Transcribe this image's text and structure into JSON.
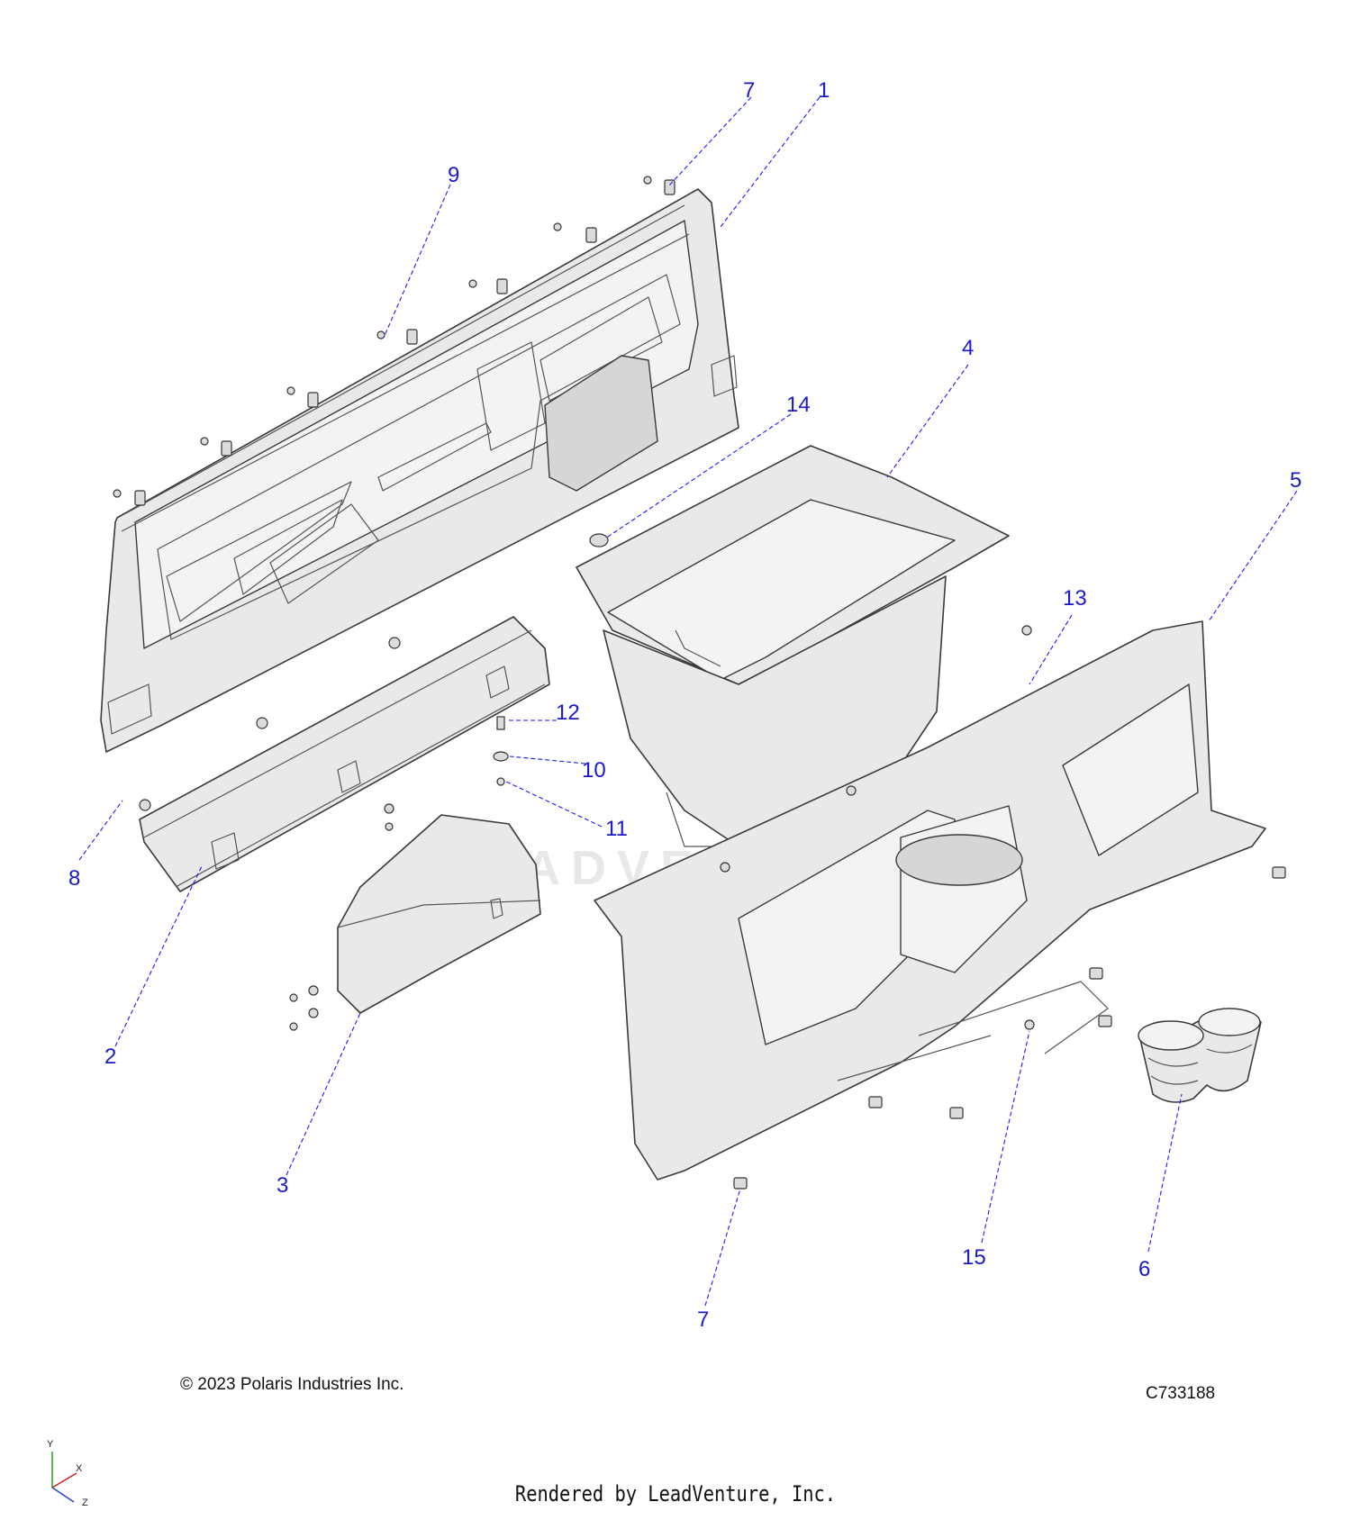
{
  "callouts": [
    {
      "id": "c7a",
      "label": "7"
    },
    {
      "id": "c1",
      "label": "1"
    },
    {
      "id": "c9",
      "label": "9"
    },
    {
      "id": "c4",
      "label": "4"
    },
    {
      "id": "c14",
      "label": "14"
    },
    {
      "id": "c5",
      "label": "5"
    },
    {
      "id": "c13",
      "label": "13"
    },
    {
      "id": "c12",
      "label": "12"
    },
    {
      "id": "c10",
      "label": "10"
    },
    {
      "id": "c11",
      "label": "11"
    },
    {
      "id": "c8",
      "label": "8"
    },
    {
      "id": "c2",
      "label": "2"
    },
    {
      "id": "c3",
      "label": "3"
    },
    {
      "id": "c15",
      "label": "15"
    },
    {
      "id": "c6",
      "label": "6"
    },
    {
      "id": "c7b",
      "label": "7"
    }
  ],
  "watermark": "LEADVENTURE",
  "copyright": "© 2023 Polaris Industries Inc.",
  "part_number": "C733188",
  "rendered_by": "Rendered by LeadVenture, Inc.",
  "axes": {
    "y": "Y",
    "x": "X",
    "z": "Z",
    "x_color": "#d02020",
    "y_color": "#20a020",
    "z_color": "#2040d0"
  },
  "colors": {
    "callout": "#1a1acc",
    "leader": "#1a1aff"
  }
}
